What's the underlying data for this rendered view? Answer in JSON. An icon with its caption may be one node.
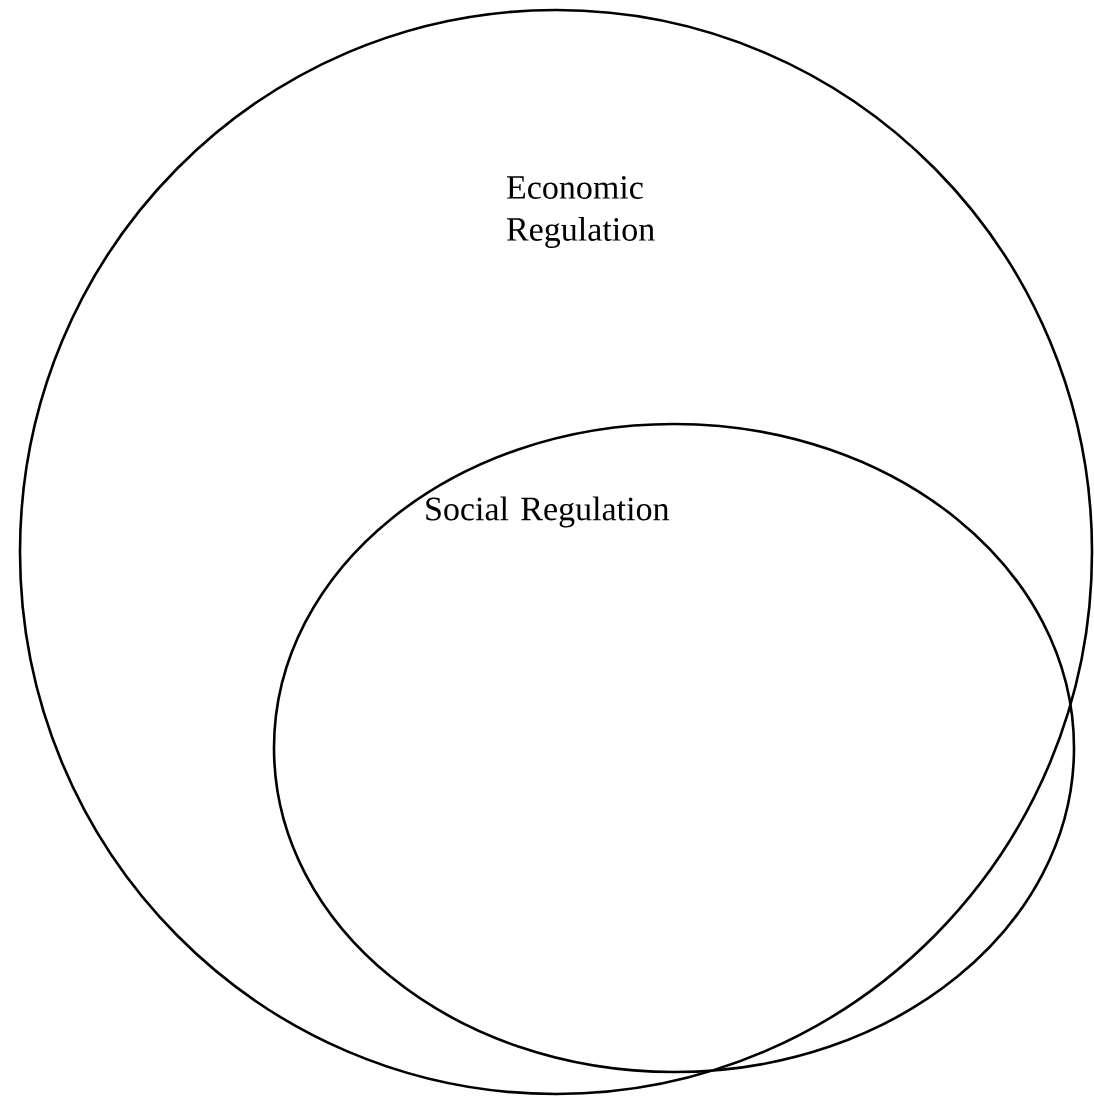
{
  "diagram": {
    "nodes": [
      {
        "text": [
          "Economic Regulation"
        ]
      },
      {
        "text": [
          "Social Regulation"
        ],
        "in": 0
      }
    ]
  }
}
